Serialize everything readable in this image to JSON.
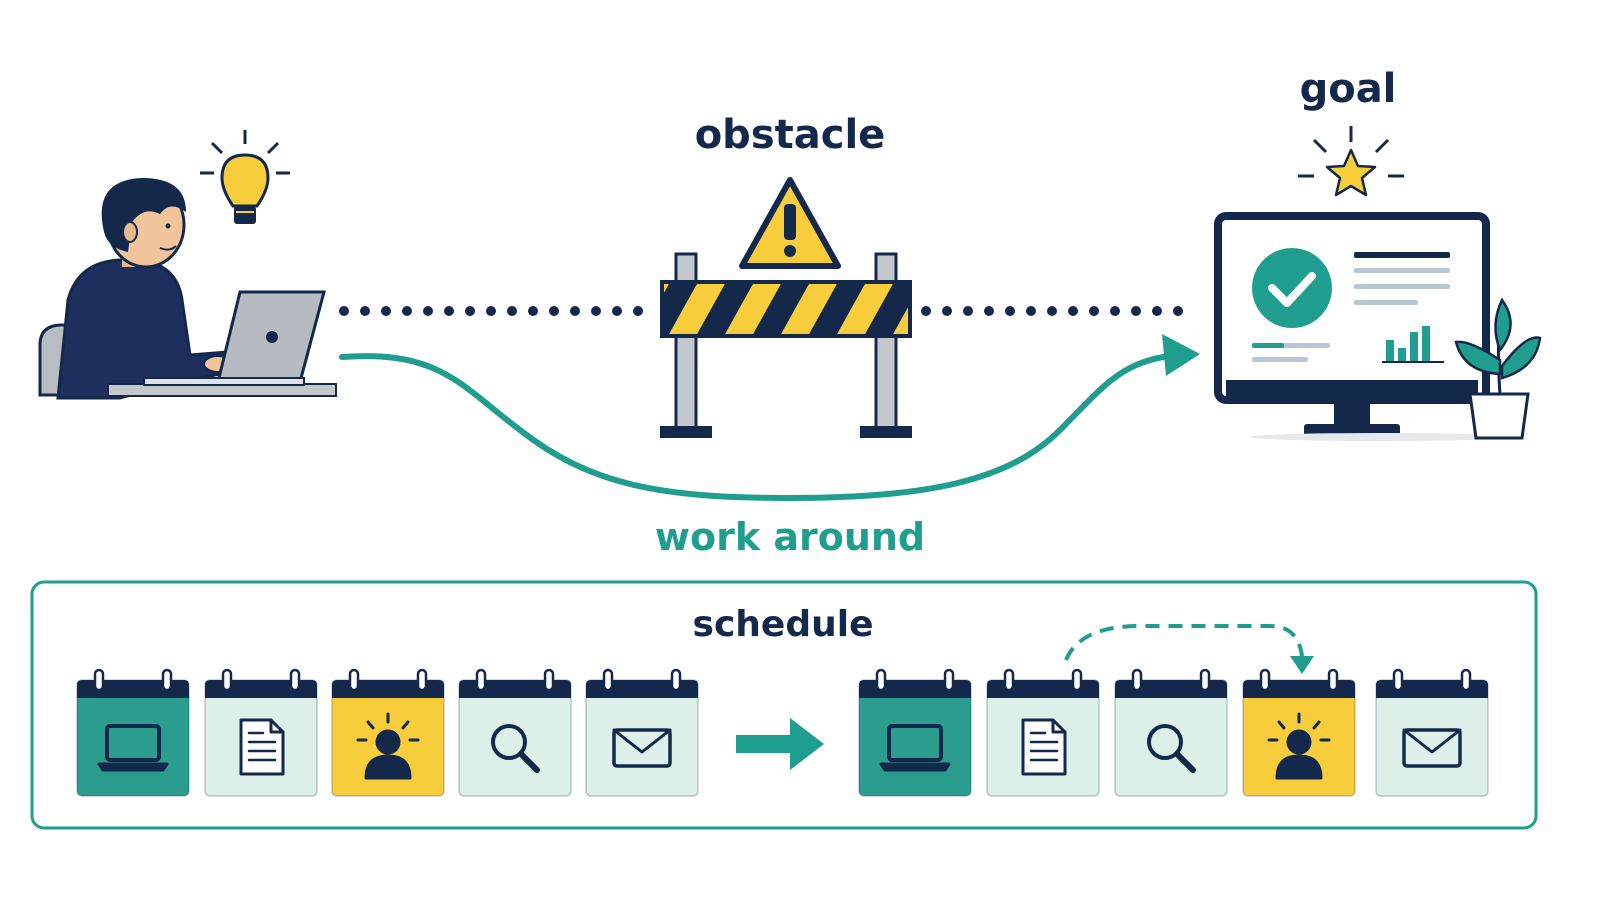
{
  "labels": {
    "obstacle": "obstacle",
    "goal": "goal",
    "work_around": "work around",
    "schedule": "schedule"
  },
  "colors": {
    "navy": "#14284b",
    "teal": "#1f9e8f",
    "dark_teal": "#2a9d8f",
    "mint": "#dcefe9",
    "yellow": "#f7cd3b",
    "gray": "#c4c7cc"
  },
  "schedule": {
    "before": [
      {
        "icon": "laptop-icon",
        "fill": "#2a9d8f"
      },
      {
        "icon": "document-icon",
        "fill": "#dcefe9"
      },
      {
        "icon": "person-spotlight-icon",
        "fill": "#f7cd3b"
      },
      {
        "icon": "magnifier-icon",
        "fill": "#dcefe9"
      },
      {
        "icon": "envelope-icon",
        "fill": "#dcefe9"
      }
    ],
    "after": [
      {
        "icon": "laptop-icon",
        "fill": "#2a9d8f"
      },
      {
        "icon": "document-icon",
        "fill": "#dcefe9"
      },
      {
        "icon": "magnifier-icon",
        "fill": "#dcefe9"
      },
      {
        "icon": "person-spotlight-icon",
        "fill": "#f7cd3b"
      },
      {
        "icon": "envelope-icon",
        "fill": "#dcefe9"
      }
    ]
  }
}
